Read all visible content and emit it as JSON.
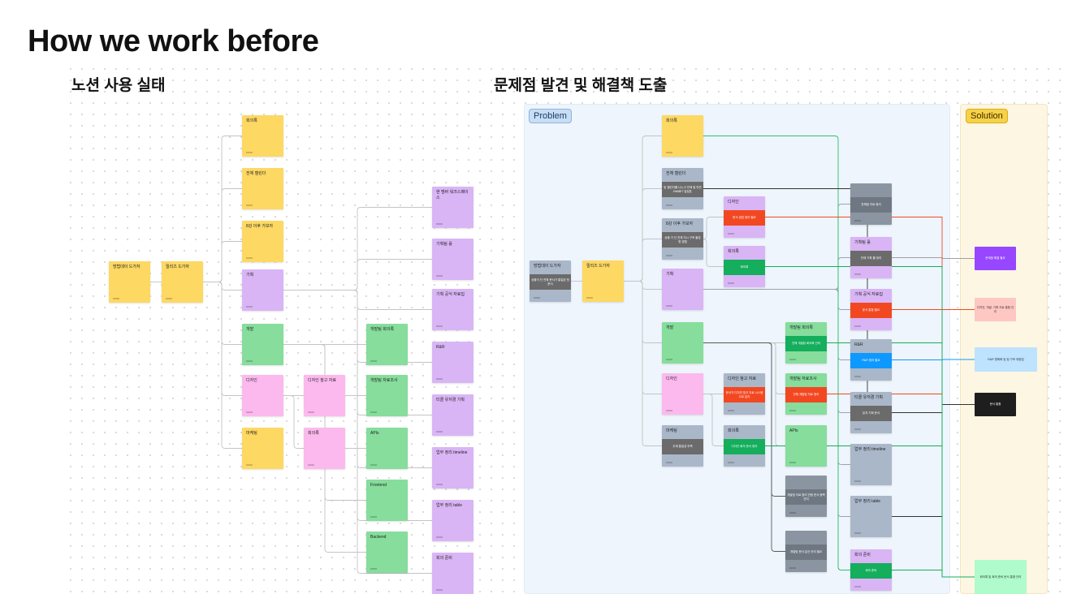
{
  "title": "How we work before",
  "left_section": {
    "title": "노션 사용 실태",
    "notes": [
      {
        "id": "l_biz",
        "label": "방법데이 드가자",
        "color": "yellow"
      },
      {
        "id": "l_rel",
        "label": "릴리즈 드가자",
        "color": "yellow"
      },
      {
        "id": "l_meet",
        "label": "회의록",
        "color": "yellow"
      },
      {
        "id": "l_cal",
        "label": "전체 캘린더",
        "color": "yellow"
      },
      {
        "id": "l_after",
        "label": "8강 이후 가보자",
        "color": "yellow"
      },
      {
        "id": "l_plan",
        "label": "기획",
        "color": "purple"
      },
      {
        "id": "l_dev",
        "label": "개발",
        "color": "green"
      },
      {
        "id": "l_design",
        "label": "디자인",
        "color": "pink"
      },
      {
        "id": "l_mkt",
        "label": "마케팅",
        "color": "yellow"
      },
      {
        "id": "l_dref",
        "label": "디자인 참고 자료",
        "color": "pink"
      },
      {
        "id": "l_dmeet",
        "label": "회의록",
        "color": "pink"
      },
      {
        "id": "l_devmeet",
        "label": "개발팀 회의록",
        "color": "green"
      },
      {
        "id": "l_devres",
        "label": "개발팀 자료조사",
        "color": "green"
      },
      {
        "id": "l_apis",
        "label": "APIs",
        "color": "green"
      },
      {
        "id": "l_fe",
        "label": "Frontend",
        "color": "green"
      },
      {
        "id": "l_be",
        "label": "Backend",
        "color": "green"
      },
      {
        "id": "l_ws",
        "label": "현 멤버 워크스페이스",
        "color": "purple"
      },
      {
        "id": "l_pr",
        "label": "기획팀 룰",
        "color": "purple"
      },
      {
        "id": "l_pdoc",
        "label": "기획 공식 자료집",
        "color": "purple"
      },
      {
        "id": "l_rnr",
        "label": "R&R",
        "color": "purple"
      },
      {
        "id": "l_ux",
        "label": "티클 유저경 기획",
        "color": "purple"
      },
      {
        "id": "l_tl",
        "label": "업무 정리 timeline",
        "color": "purple"
      },
      {
        "id": "l_tb",
        "label": "업무 정리 table",
        "color": "purple"
      },
      {
        "id": "l_prep",
        "label": "회의 준비",
        "color": "purple"
      }
    ]
  },
  "right_section": {
    "title": "문제점 발견 및 해결책 도출",
    "problem_label": "Problem",
    "solution_label": "Solution",
    "notes": [
      {
        "id": "r_biz",
        "label": "방법데이 드가자",
        "color": "slate",
        "band": "상황이 단 전체 문서가 통일된 첫 문서"
      },
      {
        "id": "r_rel",
        "label": "릴리즈 드가자",
        "color": "yellow"
      },
      {
        "id": "r_meet",
        "label": "회의록",
        "color": "yellow"
      },
      {
        "id": "r_cal",
        "label": "전체 캘린더",
        "color": "slate",
        "band": "팀 캘린더를 나누고 전체 팀 만든 ReBBIT 일정표"
      },
      {
        "id": "r_after",
        "label": "8강 이후 가보자",
        "color": "slate",
        "band": "상황 가 단 전체 지시 구조 불분명 경험"
      },
      {
        "id": "r_plan",
        "label": "기획",
        "color": "purple"
      },
      {
        "id": "r_dev",
        "label": "개발",
        "color": "green"
      },
      {
        "id": "r_design",
        "label": "디자인",
        "color": "pink"
      },
      {
        "id": "r_mkt",
        "label": "마케팅",
        "color": "slate",
        "band": "주제 통일성 부족"
      },
      {
        "id": "r_d1",
        "label": "디자인",
        "color": "purple",
        "band": "문서 겹침 정리 필요",
        "band_color": "#f24822"
      },
      {
        "id": "r_m1",
        "label": "회의록",
        "color": "purple",
        "band": "회의록",
        "band_color": "#14ae5c"
      },
      {
        "id": "r_dref",
        "label": "디자인 참고 자료",
        "color": "slate",
        "band": "문서가 디자인 참고 자료 시스템으로 분리",
        "band_color": "#f24822"
      },
      {
        "id": "r_dmeet",
        "label": "회의록",
        "color": "slate",
        "band": "디자인 회의 문서 정리",
        "band_color": "#14ae5c"
      },
      {
        "id": "r_devmeet",
        "label": "개발팀 회의록",
        "color": "green",
        "band": "전체 개발팀 회의록 관리",
        "band_color": "#14ae5c"
      },
      {
        "id": "r_devres",
        "label": "개발팀 자료조사",
        "color": "green",
        "band": "전체 개발팀 자료 정리",
        "band_color": "#f24822"
      },
      {
        "id": "r_apis",
        "label": "APIs",
        "color": "green"
      },
      {
        "id": "r_d3",
        "label": "",
        "color": "dark",
        "band": "개발팀 자료 정리 안됨 문서 중복 관리"
      },
      {
        "id": "r_d4",
        "label": "",
        "color": "dark",
        "band": "개발팀 문서 분산 관리 필요"
      },
      {
        "id": "r_d5",
        "label": "",
        "color": "dark",
        "band": "전체팀 자료 정리"
      },
      {
        "id": "r_pr",
        "label": "기획팀 룰",
        "color": "purple",
        "band": "전체 기획 룰 정리"
      },
      {
        "id": "r_pdoc",
        "label": "기획 공식 자료집",
        "color": "purple",
        "band": "문서 통합 필요",
        "band_color": "#f24822"
      },
      {
        "id": "r_rnr",
        "label": "R&R",
        "color": "slate",
        "band": "R&R 정리 필요",
        "band_color": "#0d99ff"
      },
      {
        "id": "r_ux",
        "label": "티클 유저경 기획",
        "color": "slate",
        "band": "유저 기획 문서"
      },
      {
        "id": "r_tl",
        "label": "업무 정리 timeline",
        "color": "slate"
      },
      {
        "id": "r_tb",
        "label": "업무 정리 table",
        "color": "slate"
      },
      {
        "id": "r_prep",
        "label": "회의 준비",
        "color": "purple",
        "band": "회의 준비",
        "band_color": "#14ae5c"
      }
    ],
    "solutions": [
      {
        "id": "s1",
        "text": "문제점 해결 필요",
        "color": "#9747ff",
        "text_color": "#ffffff"
      },
      {
        "id": "s2",
        "text": "디자인, 개발, 기획 자료 통합 관리",
        "color": "#ffc7c2",
        "text_color": "#333333"
      },
      {
        "id": "s3",
        "text": "R&R 명확화 및 팀 구조 재정립",
        "color": "#bde3ff",
        "text_color": "#333333"
      },
      {
        "id": "s4",
        "text": "문서 통합",
        "color": "#1e1e1e",
        "text_color": "#ffffff"
      },
      {
        "id": "s5",
        "text": "회의록 및 회의 준비 문서 통합 관리",
        "color": "#affbcb",
        "text_color": "#333333"
      }
    ]
  }
}
